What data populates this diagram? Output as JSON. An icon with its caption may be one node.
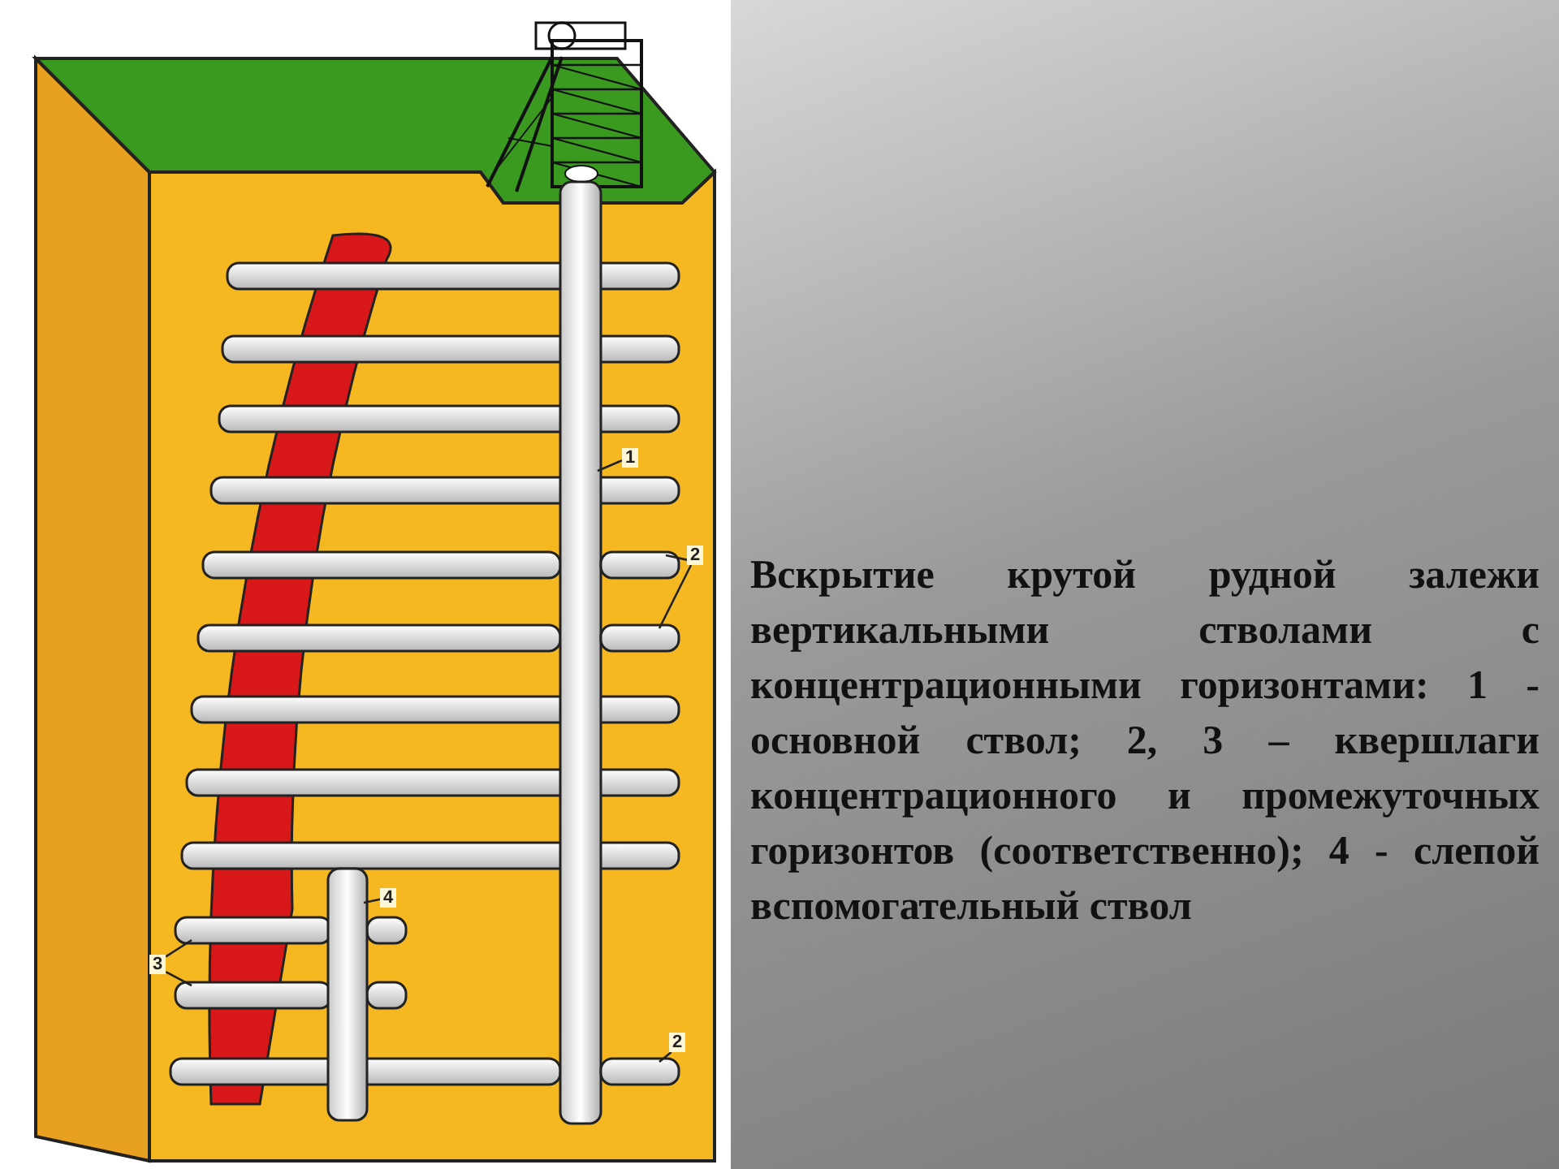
{
  "diagram": {
    "caption": "Вскрытие крутой рудной залежи вертикальными стволами с концентрационными горизонтами: 1 - основной ствол; 2, 3 – квершлаги концентрационного и промежуточных горизонтов (соответственно); 4 - слепой вспомогательный ствол",
    "nodes": [
      {
        "text": [
          "1"
        ]
      },
      {
        "text": [],
        "shape": "bar"
      },
      {
        "text": [
          "2"
        ]
      },
      {
        "text": [],
        "shape": "bar"
      },
      {
        "text": [],
        "shape": "bar"
      },
      {
        "text": [
          "3"
        ]
      },
      {
        "text": [],
        "shape": "bar"
      },
      {
        "text": [],
        "shape": "bar"
      },
      {
        "text": [
          "4"
        ]
      },
      {
        "text": [],
        "shape": "bar"
      },
      {
        "text": [
          "2"
        ]
      },
      {
        "text": [],
        "shape": "bar"
      }
    ],
    "edges": [
      {
        "from": 0,
        "to": 1,
        "arrow": "none"
      },
      {
        "from": 2,
        "to": 3,
        "arrow": "none"
      },
      {
        "from": 2,
        "to": 4,
        "arrow": "none"
      },
      {
        "from": 5,
        "to": 6,
        "arrow": "none"
      },
      {
        "from": 5,
        "to": 7,
        "arrow": "none"
      },
      {
        "from": 8,
        "to": 9,
        "arrow": "none"
      },
      {
        "from": 10,
        "to": 11,
        "arrow": "none"
      }
    ]
  }
}
